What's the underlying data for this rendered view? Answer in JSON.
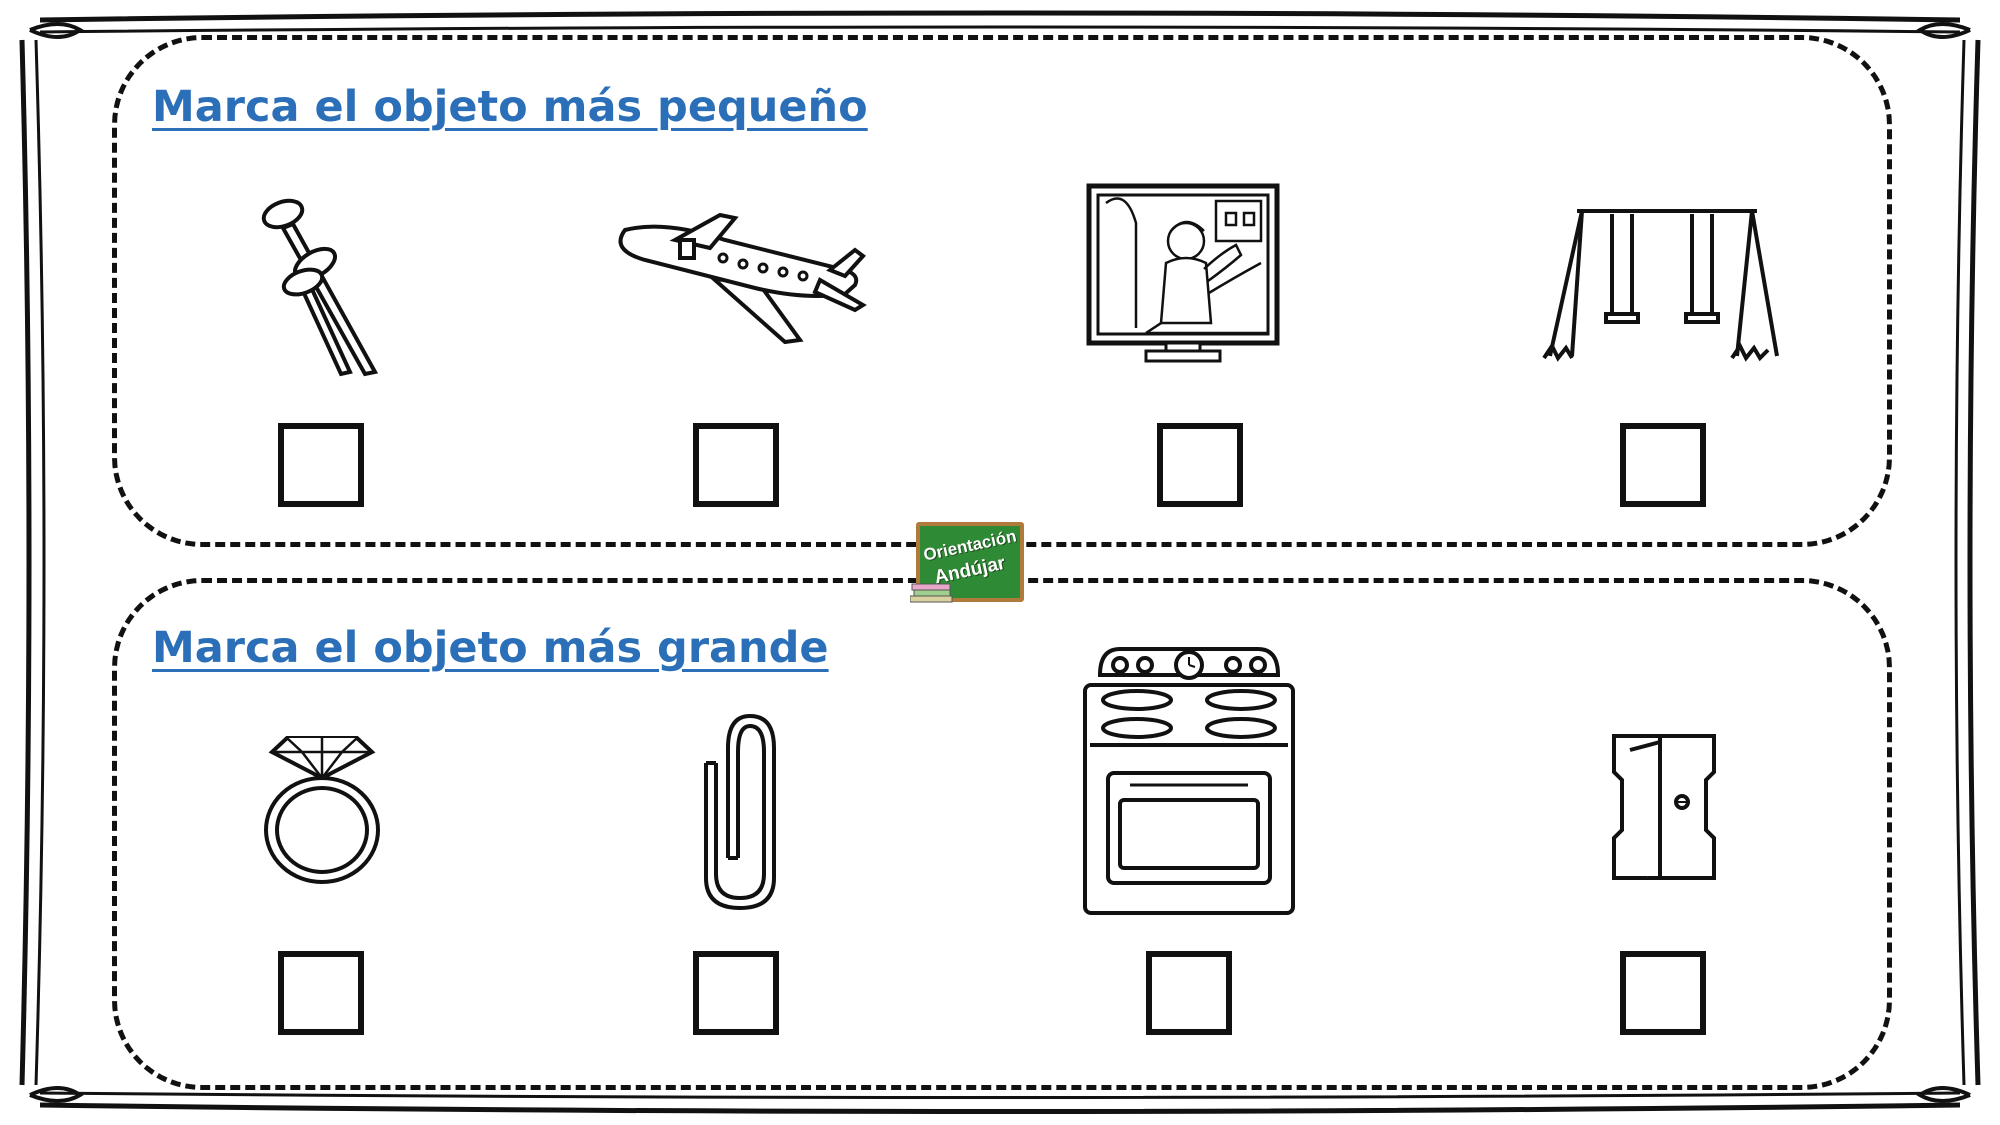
{
  "sections": [
    {
      "title": "Marca el objeto más pequeño",
      "items": [
        {
          "name": "pins",
          "icon": "pushpins-icon",
          "checked": false
        },
        {
          "name": "airplane",
          "icon": "airplane-icon",
          "checked": false
        },
        {
          "name": "television",
          "icon": "television-icon",
          "checked": false
        },
        {
          "name": "swing",
          "icon": "swing-set-icon",
          "checked": false
        }
      ]
    },
    {
      "title": "Marca el objeto más grande",
      "items": [
        {
          "name": "ring",
          "icon": "ring-icon",
          "checked": false
        },
        {
          "name": "paperclip",
          "icon": "paperclip-icon",
          "checked": false
        },
        {
          "name": "stove",
          "icon": "stove-icon",
          "checked": false
        },
        {
          "name": "sharpener",
          "icon": "sharpener-icon",
          "checked": false
        }
      ]
    }
  ],
  "logo": {
    "line1": "Orientación",
    "line2": "Andújar"
  },
  "colors": {
    "title": "#2b6fb8",
    "board": "#2f8a35",
    "board_frame": "#b07a3a",
    "ink": "#111111"
  }
}
